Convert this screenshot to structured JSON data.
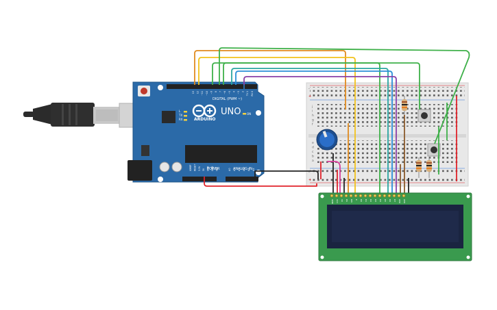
{
  "arduino": {
    "brand": "ARDUINO",
    "model": "UNO",
    "digital_label": "DIGITAL (PWM ~)",
    "power_label": "POWER",
    "analog_label": "ANALOG IN",
    "reset_label": "RESET",
    "tx_label": "TX",
    "rx_label": "RX",
    "l_label": "L",
    "on_label": "ON",
    "aref": "AREF",
    "gnd": "GND",
    "digital_pins": [
      "13",
      "12",
      "~11",
      "~10",
      "~9",
      "8",
      "7",
      "~6",
      "~5",
      "4",
      "~3",
      "2",
      "TX 1",
      "RX 0"
    ],
    "power_pins": [
      "IOREF",
      "RESET",
      "3.3V",
      "5V",
      "GND",
      "GND",
      "Vin"
    ],
    "analog_pins": [
      "A0",
      "A1",
      "A2",
      "A3",
      "A4",
      "A5"
    ],
    "board_color": "#2b6aa8"
  },
  "breadboard": {
    "row_letters_top": [
      "j",
      "i",
      "h",
      "g",
      "f"
    ],
    "row_letters_bottom": [
      "e",
      "d",
      "c",
      "b",
      "a"
    ],
    "col_numbers": [
      "1",
      "5",
      "10",
      "15",
      "20",
      "25",
      "30"
    ],
    "rail_plus": "+",
    "rail_minus": "-"
  },
  "lcd": {
    "pins": [
      "GND",
      "VCC",
      "V0",
      "RS",
      "RW",
      "E",
      "D0",
      "D1",
      "D2",
      "D3",
      "D4",
      "D5",
      "D6",
      "D7",
      "LED",
      "LED"
    ],
    "pcb_color": "#3a9a4e",
    "screen_color": "#1f2a4a"
  },
  "wire_colors": {
    "orange": "#e08a1e",
    "yellow": "#f2c21b",
    "green": "#3eb049",
    "teal": "#2aa6a0",
    "blue": "#2a8ed8",
    "purple": "#8a3fa8",
    "red": "#e0232a",
    "black": "#222222",
    "pink": "#d83d9a",
    "brown": "#8b5a2b"
  }
}
